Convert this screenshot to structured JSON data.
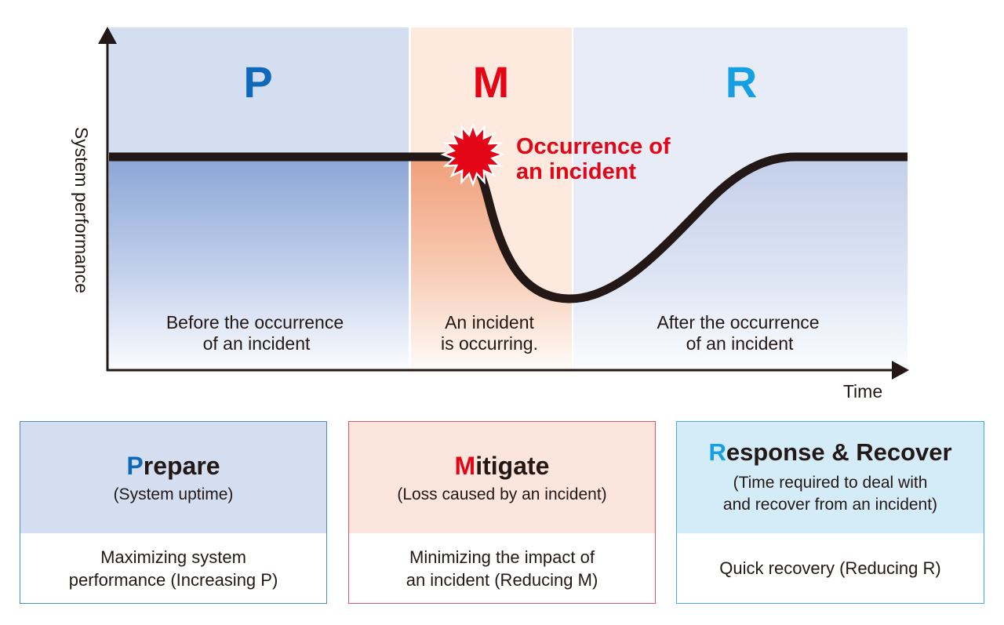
{
  "colors": {
    "p_accent": "#0f68b8",
    "m_accent": "#e30616",
    "r_accent": "#16a0e4",
    "curve": "#231815",
    "p_band": "#d3dff1",
    "m_band": "#fde9de",
    "r_band": "#e7ecf7"
  },
  "diagram": {
    "phases": [
      {
        "letter": "P",
        "caption_line1": "Before the occurrence",
        "caption_line2": "of an incident"
      },
      {
        "letter": "M",
        "caption_line1": "An incident",
        "caption_line2": "is occurring."
      },
      {
        "letter": "R",
        "caption_line1": "After the occurrence",
        "caption_line2": "of an incident"
      }
    ],
    "incident_label_line1": "Occurrence of",
    "incident_label_line2": "an incident",
    "y_axis_label": "System performance",
    "x_axis_label": "Time",
    "incident_icon": "burst-icon"
  },
  "cards": [
    {
      "initial": "P",
      "rest": "repare",
      "subtitle_lines": [
        "(System uptime)"
      ],
      "body_lines": [
        "Maximizing system",
        "performance (Increasing P)"
      ]
    },
    {
      "initial": "M",
      "rest": "itigate",
      "subtitle_lines": [
        "(Loss caused by an incident)"
      ],
      "body_lines": [
        "Minimizing the impact of",
        "an incident (Reducing M)"
      ]
    },
    {
      "initial": "R",
      "rest": "esponse & Recover",
      "subtitle_lines": [
        "(Time required to deal with",
        "and recover from an incident)"
      ],
      "body_lines": [
        "Quick recovery (Reducing R)"
      ]
    }
  ]
}
